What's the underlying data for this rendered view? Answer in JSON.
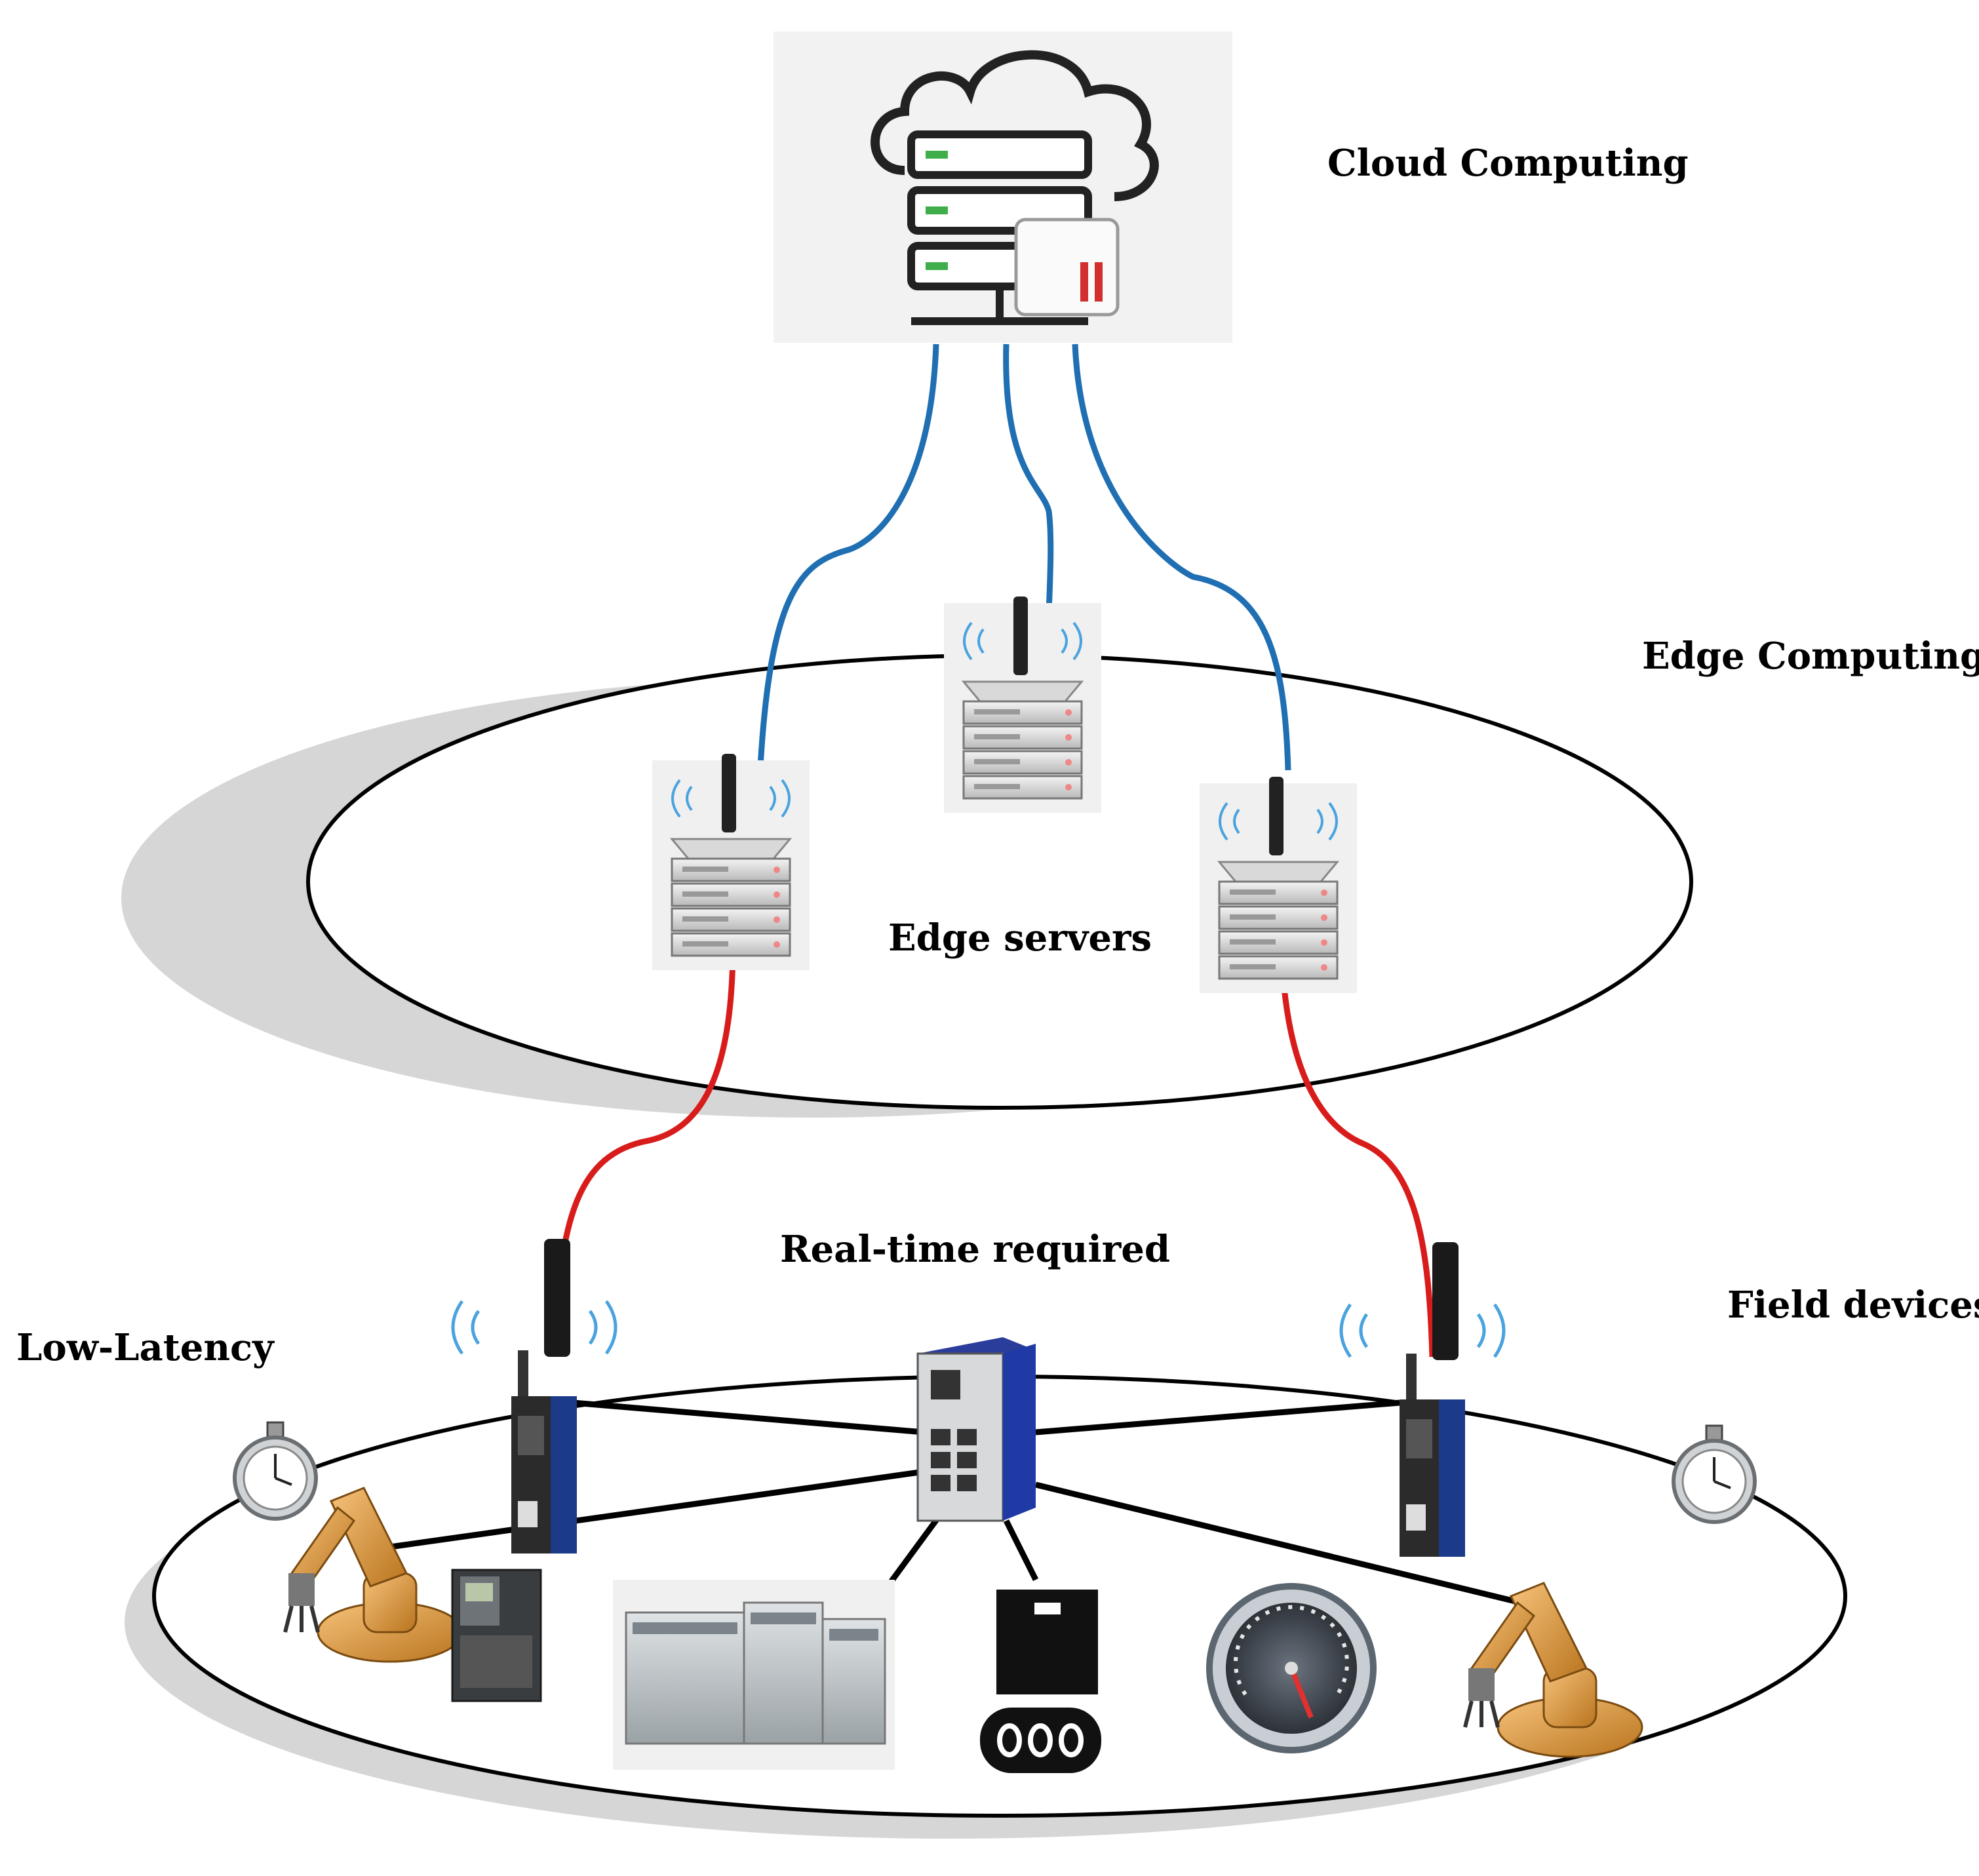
{
  "labels": {
    "cloud": "Cloud Computing",
    "edge": "Edge Computing",
    "edge_servers": "Edge servers",
    "realtime": "Real-time required",
    "field": "Field devices",
    "latency": "Low-Latency"
  },
  "colors": {
    "cloud_link": "#1f6fb2",
    "edge_link": "#d81c1c",
    "field_link": "#000000",
    "server_led": "#3fae4a",
    "server_red_bar": "#d32f2f"
  },
  "icons": {
    "cloud": "cloud-server-icon",
    "edge_server": "edge-server-antenna-icon",
    "gateway": "wireless-gateway-icon",
    "switch": "industrial-switch-icon",
    "robot": "robot-arm-icon",
    "drive": "frequency-drive-icon",
    "plc": "plc-module-icon",
    "conveyor": "conveyor-icon",
    "gauge": "pressure-gauge-icon",
    "stopwatch": "stopwatch-icon"
  }
}
